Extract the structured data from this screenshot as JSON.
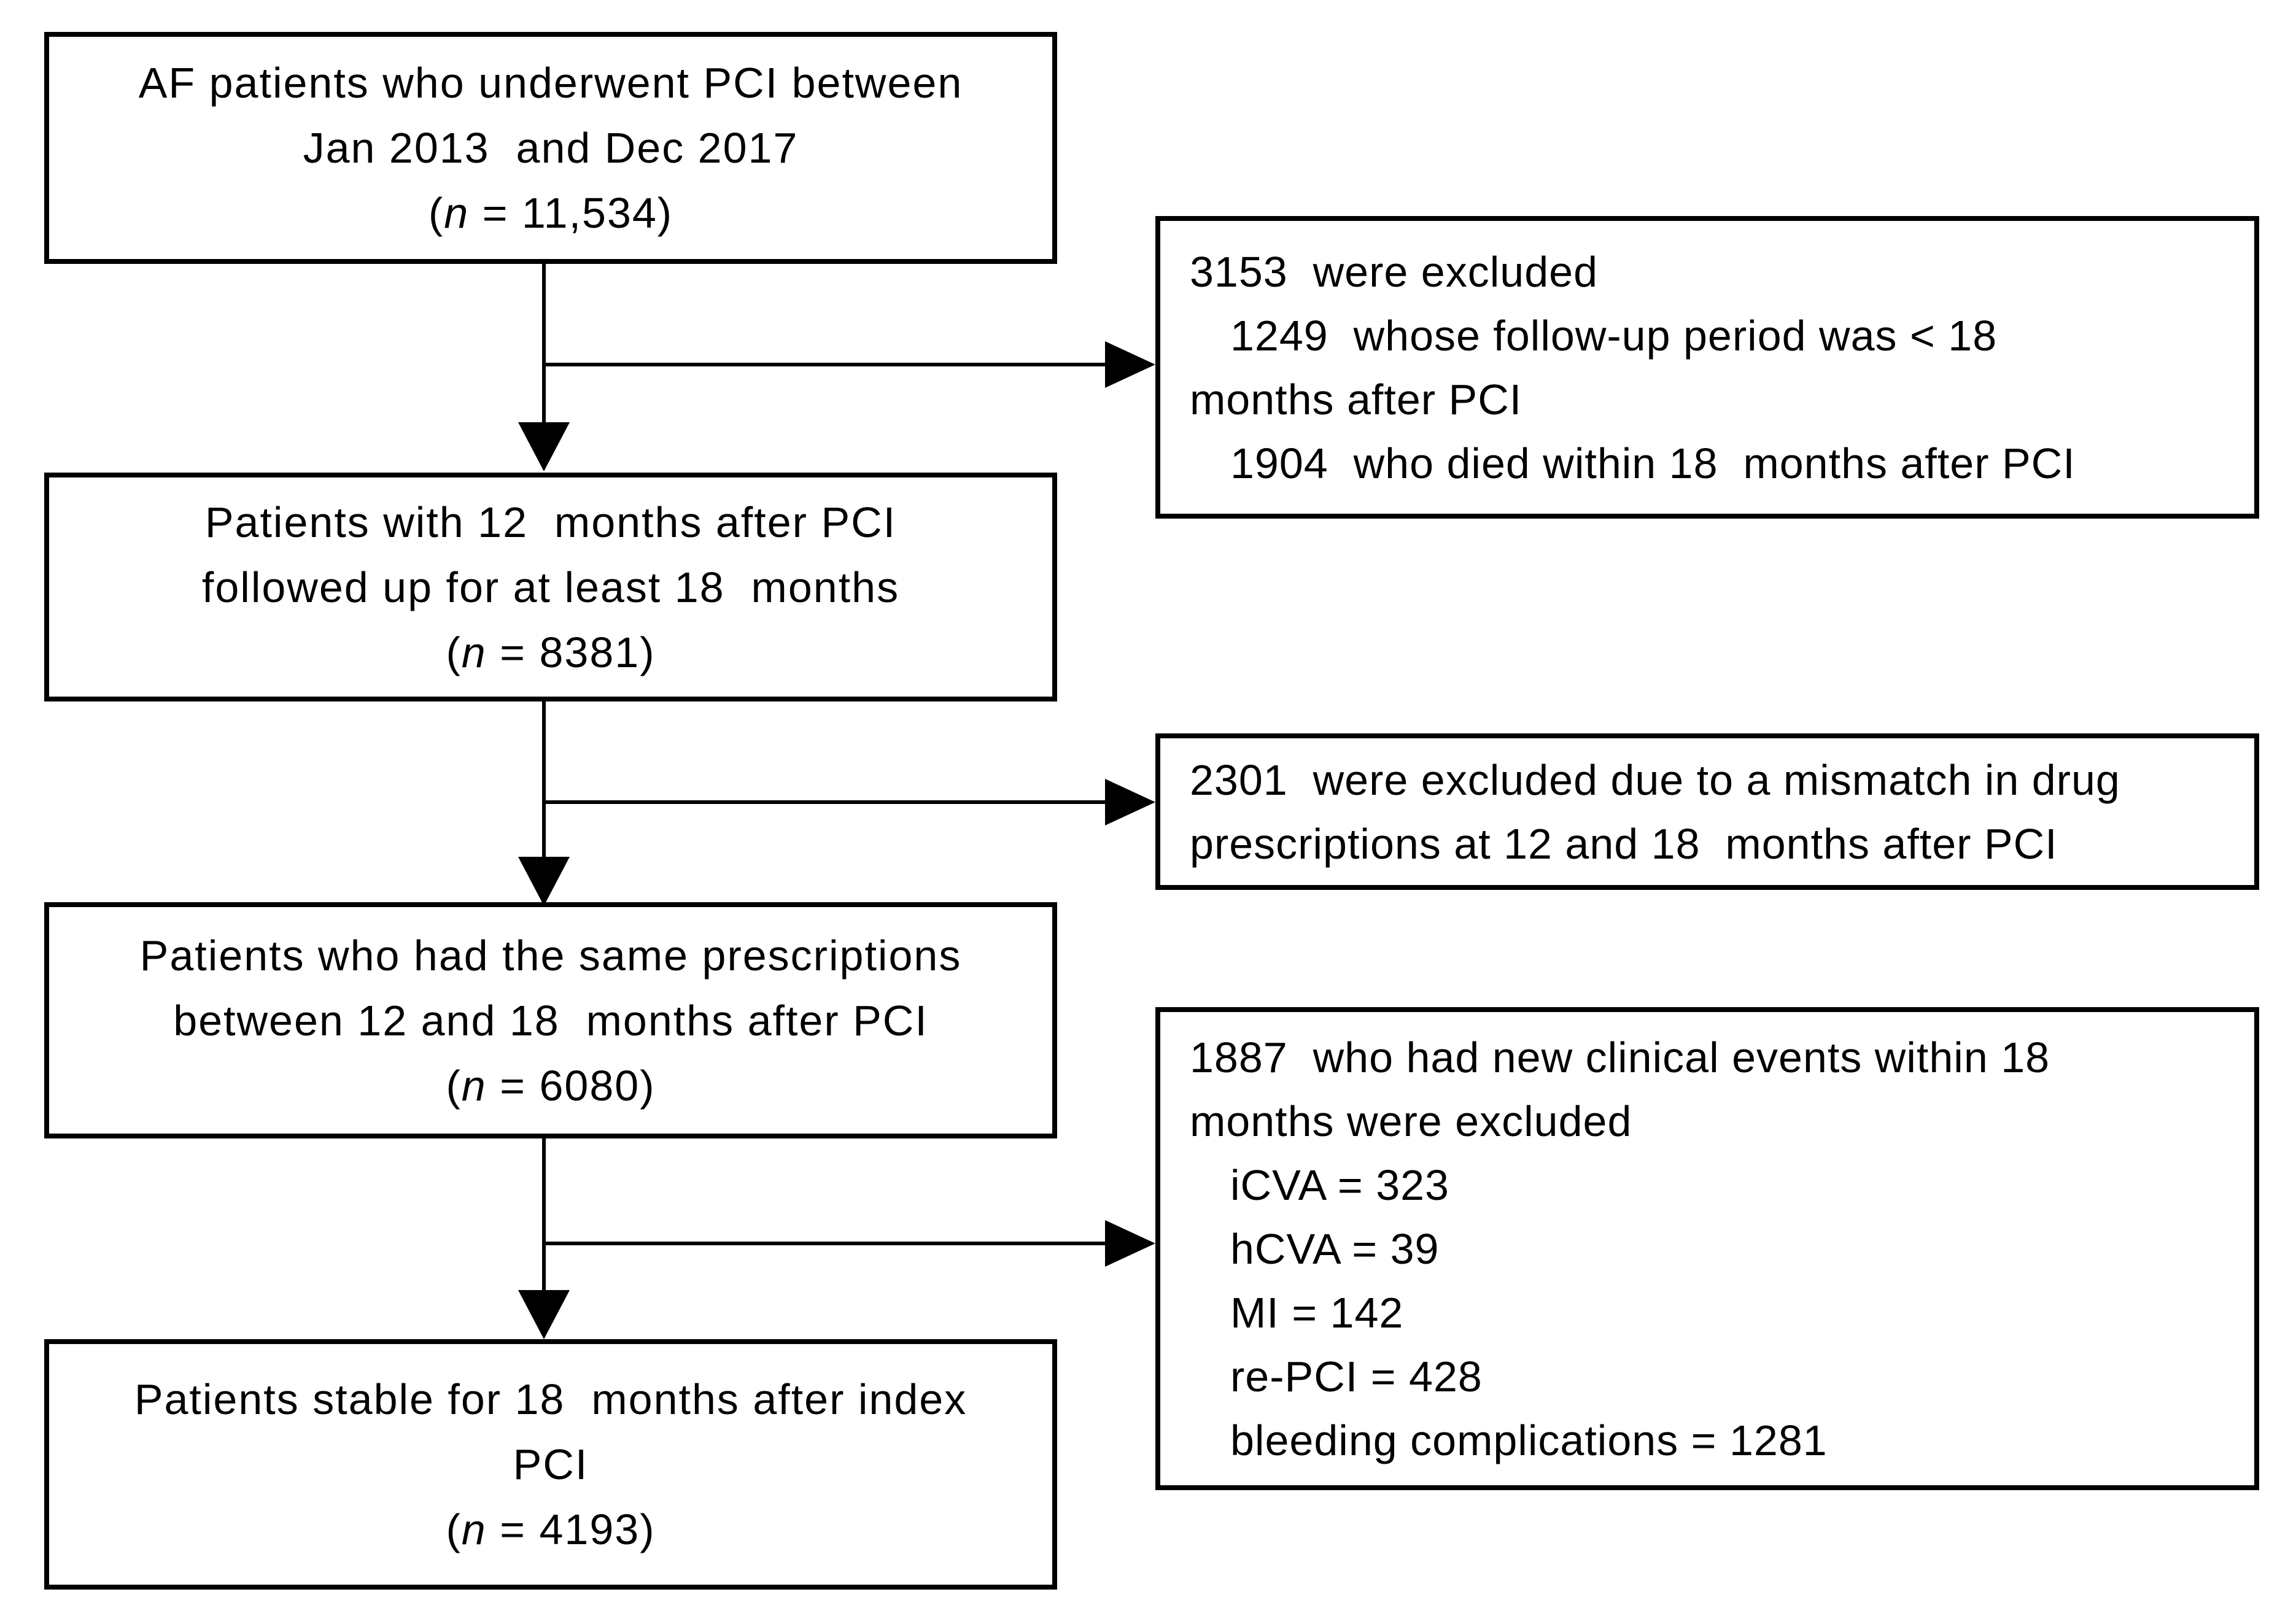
{
  "flow": {
    "background": "#ffffff",
    "line_color": "#000000",
    "text_color": "#000000",
    "left_boxes": [
      {
        "line1": "AF patients who underwent PCI between",
        "line2": "Jan 2013  and Dec 2017",
        "n": {
          "open": "(",
          "var": "n",
          "rest": " = 11,534)"
        }
      },
      {
        "line1": "Patients with 12  months after PCI",
        "line2": "followed up for at least 18  months",
        "n": {
          "open": "(",
          "var": "n",
          "rest": " = 8381)"
        }
      },
      {
        "line1": "Patients who had the same prescriptions",
        "line2": "between 12 and 18  months after PCI",
        "n": {
          "open": "(",
          "var": "n",
          "rest": " = 6080)"
        }
      },
      {
        "line1": "Patients stable for 18  months after index",
        "line2": "PCI",
        "n": {
          "open": "(",
          "var": "n",
          "rest": " = 4193)"
        }
      }
    ],
    "right_boxes": [
      {
        "line1": "3153  were excluded",
        "line2": "1249  whose follow-up period was < 18",
        "line3": "months after PCI",
        "line4": "1904  who died within 18  months after PCI"
      },
      {
        "line1": "2301  were excluded due to a mismatch in drug",
        "line2": "prescriptions at 12 and 18  months after PCI"
      },
      {
        "line1": "1887  who had new clinical events within 18",
        "line2": "months were excluded",
        "line3": "iCVA = 323",
        "line4": "hCVA = 39",
        "line5": "MI = 142",
        "line6": "re-PCI = 428",
        "line7": "bleeding complications = 1281"
      }
    ]
  }
}
